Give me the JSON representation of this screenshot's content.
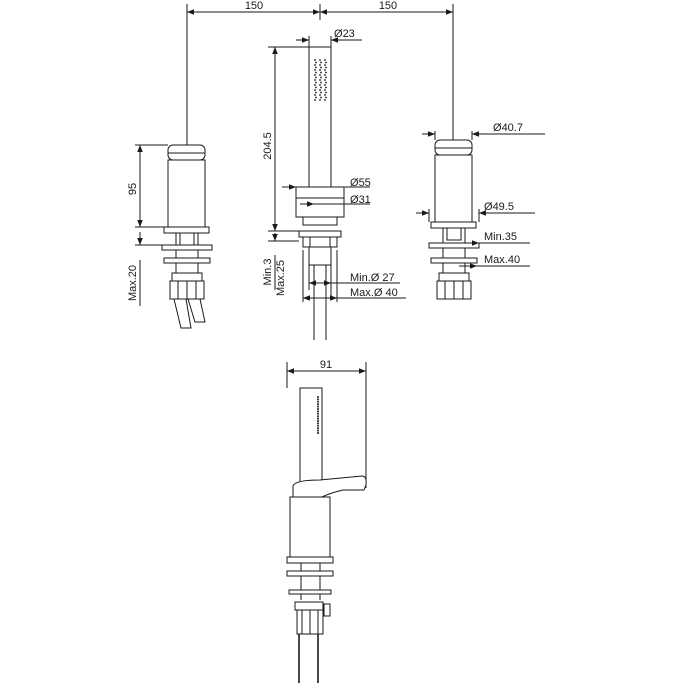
{
  "dimensions": {
    "left_spacing": "150",
    "right_spacing": "150",
    "handshower_diameter": "23",
    "handshower_height": "204.5",
    "flange_outer_diameter": "55",
    "flange_inner_diameter": "31",
    "thread_min_diameter": "27",
    "hole_max_diameter": "40",
    "deck_min_thickness": "Min.3",
    "deck_max_thickness": "Max.25",
    "handle_diameter": "40.7",
    "base_diameter": "49.5",
    "hole_min": "Min.35",
    "hole_max": "Max.40",
    "body_height": "95",
    "left_deck_max": "Max.20",
    "side_view_depth": "91"
  },
  "symbols": {
    "diameter": "Ø",
    "prefix_min": "Min.",
    "prefix_max": "Max."
  }
}
